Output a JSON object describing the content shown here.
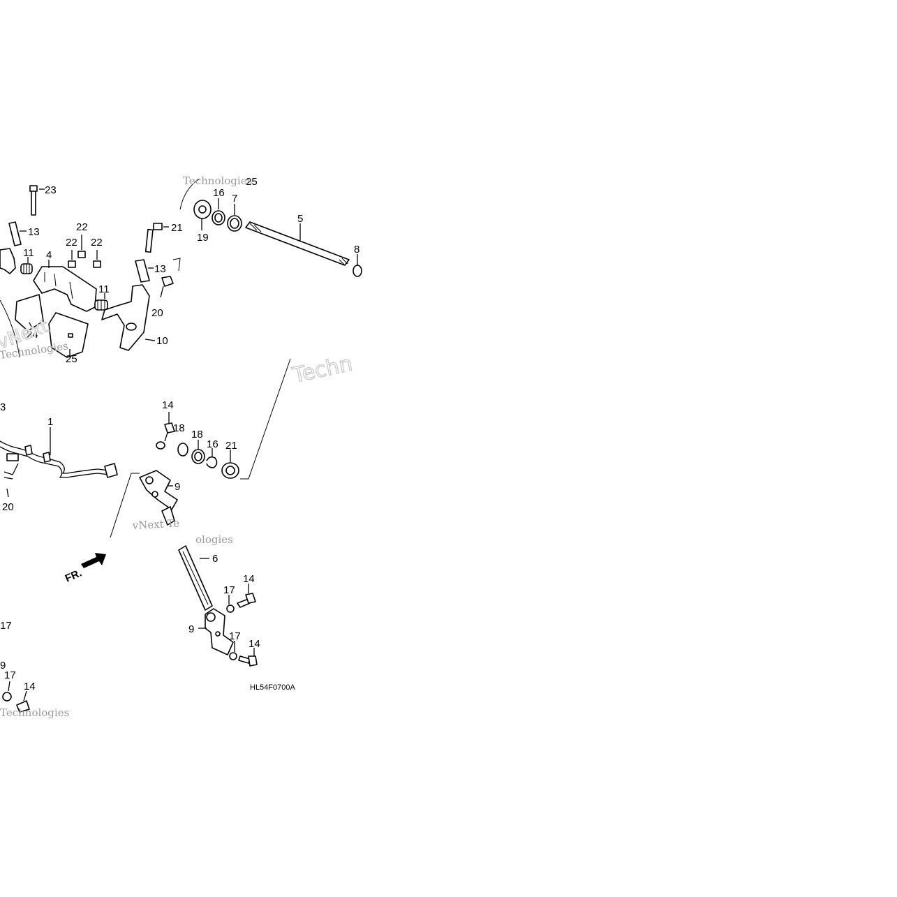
{
  "diagram": {
    "code": "HL54F0700A",
    "direction_label": "FR.",
    "watermarks": [
      "Technologies",
      "Techn",
      "vNext Te",
      "ologies",
      "Technologies",
      "vNext",
      "Technologies"
    ],
    "callouts": [
      "23",
      "13",
      "22",
      "22",
      "22",
      "11",
      "4",
      "21",
      "13",
      "11",
      "20",
      "10",
      "24",
      "25",
      "25",
      "16",
      "7",
      "19",
      "5",
      "8",
      "14",
      "18",
      "16",
      "21",
      "18",
      "1",
      "3",
      "9",
      "20",
      "6",
      "14",
      "17",
      "9",
      "17",
      "14",
      "17",
      "9",
      "17",
      "14"
    ]
  }
}
